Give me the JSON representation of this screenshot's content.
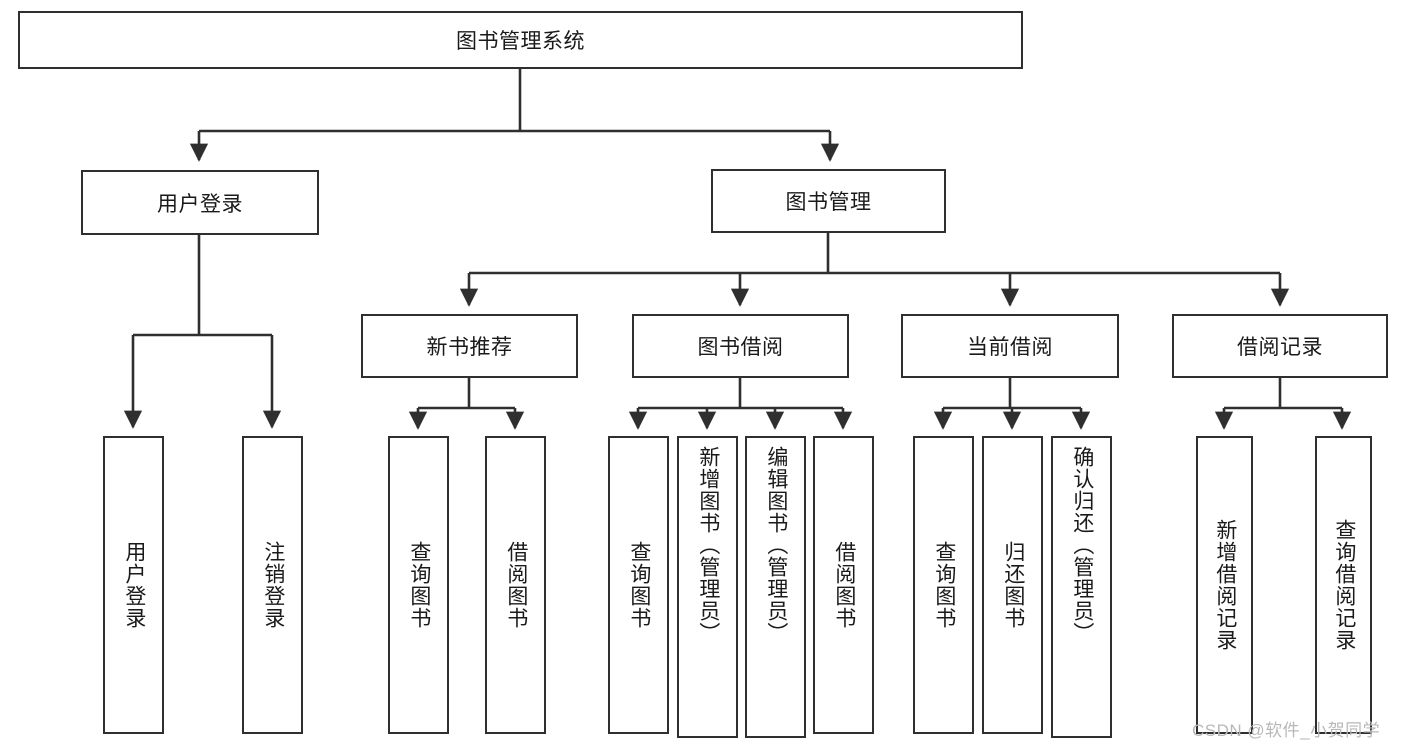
{
  "diagram": {
    "title_box": {
      "label": "图书管理系统"
    },
    "level2": [
      {
        "id": "user-login",
        "label": "用户登录"
      },
      {
        "id": "book-management",
        "label": "图书管理"
      }
    ],
    "level3": [
      {
        "id": "new-book-recommend",
        "label": "新书推荐"
      },
      {
        "id": "book-borrow",
        "label": "图书借阅"
      },
      {
        "id": "current-borrow",
        "label": "当前借阅"
      },
      {
        "id": "borrow-record",
        "label": "借阅记录"
      }
    ],
    "leaves": {
      "user_login": [
        {
          "id": "leaf-user-login",
          "label": "用户登录"
        },
        {
          "id": "leaf-logout-login",
          "label": "注销登录"
        }
      ],
      "new_book_recommend": [
        {
          "id": "leaf-query-book-1",
          "label": "查询图书"
        },
        {
          "id": "leaf-borrow-book-1",
          "label": "借阅图书"
        }
      ],
      "book_borrow": [
        {
          "id": "leaf-query-book-2",
          "label": "查询图书"
        },
        {
          "id": "leaf-add-book",
          "label": "新增图书（管理员）"
        },
        {
          "id": "leaf-edit-book",
          "label": "编辑图书（管理员）"
        },
        {
          "id": "leaf-borrow-book-2",
          "label": "借阅图书"
        }
      ],
      "current_borrow": [
        {
          "id": "leaf-query-book-3",
          "label": "查询图书"
        },
        {
          "id": "leaf-return-book",
          "label": "归还图书"
        },
        {
          "id": "leaf-confirm-return",
          "label": "确认归还（管理员）"
        }
      ],
      "borrow_record": [
        {
          "id": "leaf-add-record",
          "label": "新增借阅记录"
        },
        {
          "id": "leaf-query-record",
          "label": "查询借阅记录"
        }
      ]
    }
  },
  "watermark": {
    "text": "CSDN @软件_小贺同学"
  },
  "colors": {
    "stroke": "#2f2f2f",
    "background": "#ffffff",
    "text": "#1a1a1a",
    "watermark": "#b8b8b8"
  }
}
